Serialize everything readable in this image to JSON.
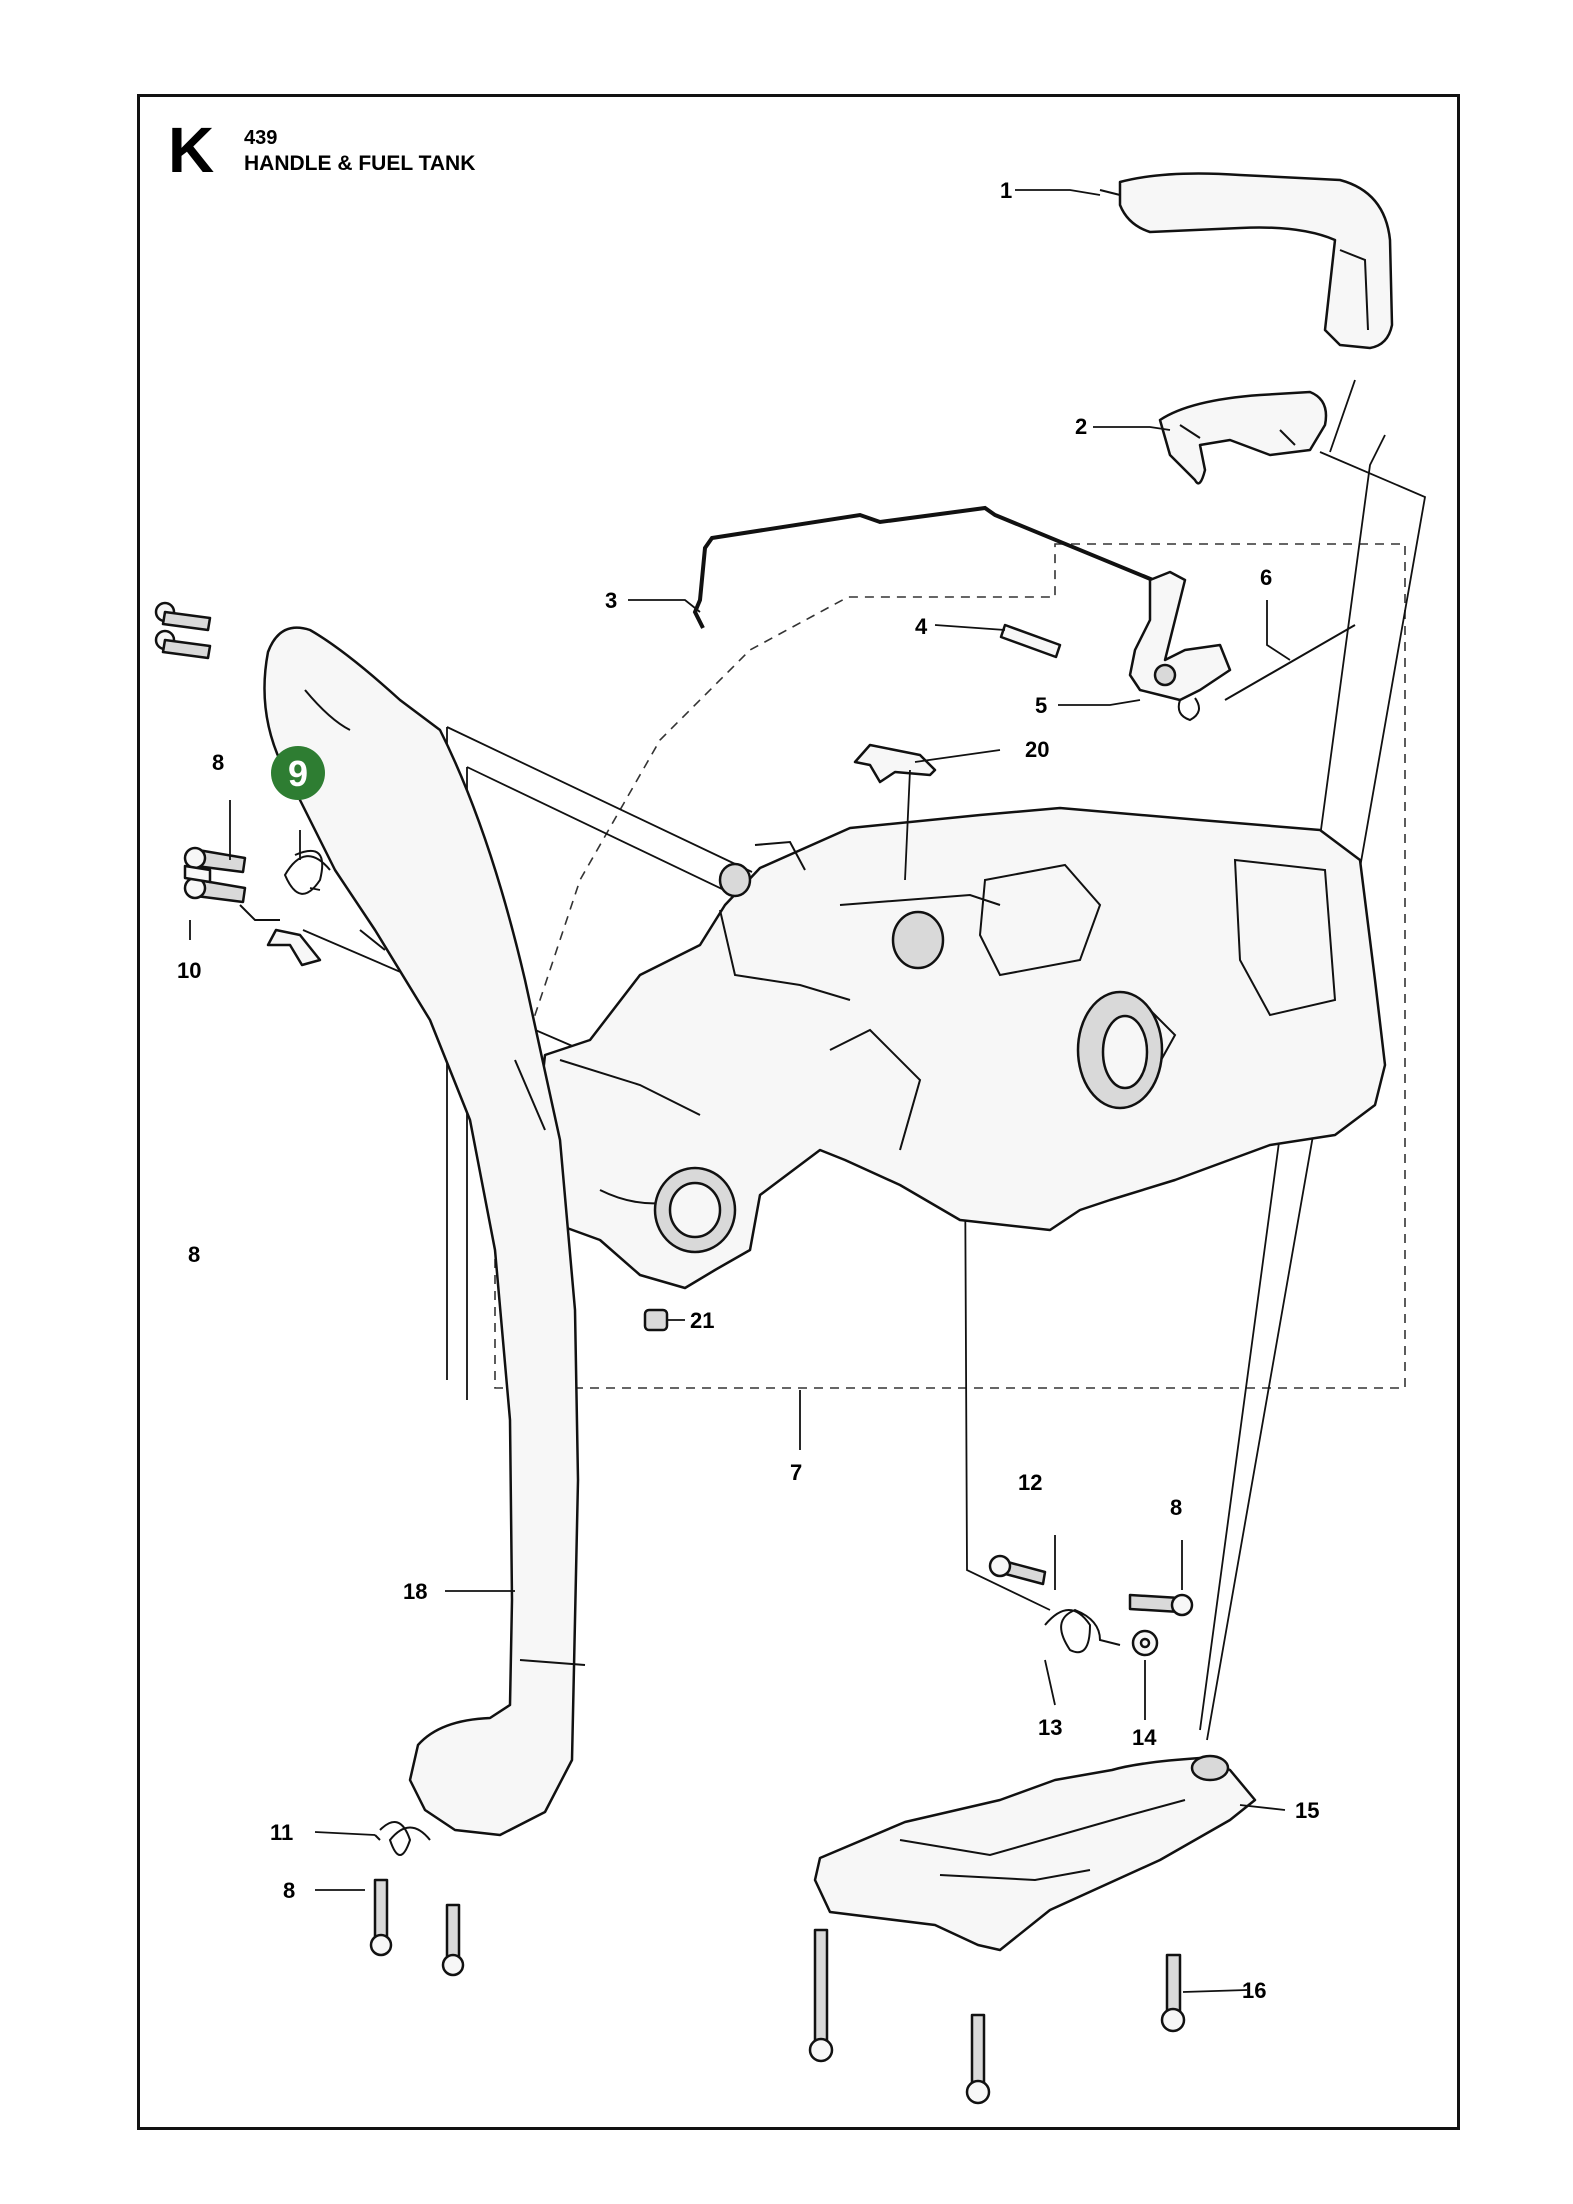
{
  "header": {
    "section_letter": "K",
    "model_number": "439",
    "section_title": "HANDLE & FUEL TANK"
  },
  "highlight": {
    "part_number": "9",
    "color": "#2e7d32"
  },
  "callouts": {
    "c1": "1",
    "c2": "2",
    "c3": "3",
    "c4": "4",
    "c5": "5",
    "c6": "6",
    "c7": "7",
    "c8a": "8",
    "c8b": "8",
    "c8c": "8",
    "c8d": "8",
    "c10": "10",
    "c11": "11",
    "c12": "12",
    "c13": "13",
    "c14": "14",
    "c15": "15",
    "c16": "16",
    "c18": "18",
    "c20": "20",
    "c21": "21"
  }
}
